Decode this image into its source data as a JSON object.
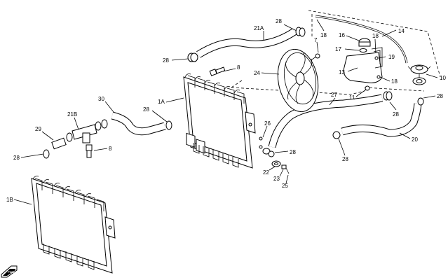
{
  "callouts": {
    "c28a": "28",
    "c18a": "18",
    "c14": "14",
    "c21A": "21A",
    "c16": "16",
    "c18b": "18",
    "c7": "7",
    "c17": "17",
    "c19": "19",
    "c28b": "28",
    "c8a": "8",
    "c24": "24",
    "c13": "13",
    "c10": "10",
    "c18c": "18",
    "c1A": "1A",
    "c30": "30",
    "c27": "27",
    "c11": "11",
    "c28c": "28",
    "c28d": "28",
    "c21B": "21B",
    "c26": "26",
    "c28e": "28",
    "c20": "20",
    "c29": "29",
    "c28f": "28",
    "c8b": "8",
    "c22": "22",
    "c23": "23",
    "c25": "25",
    "c28g": "28",
    "c1B": "1B",
    "c28h": "28"
  },
  "logo": {
    "text": "FWD"
  }
}
